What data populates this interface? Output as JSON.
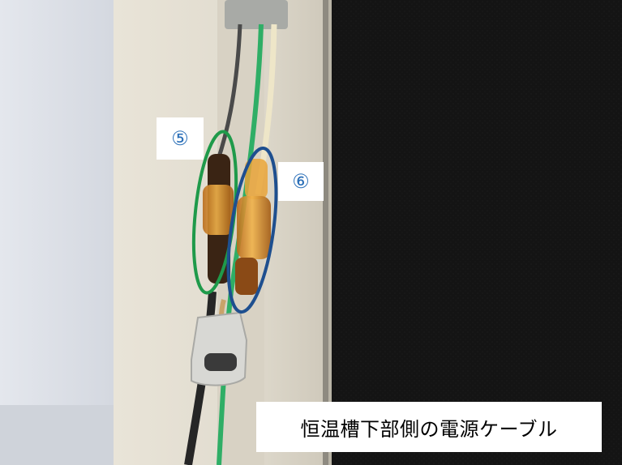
{
  "annotations": {
    "label_5": "⑤",
    "label_6": "⑥"
  },
  "caption": "恒温槽下部側の電源ケーブル",
  "colors": {
    "circle_5": "#1f9a4a",
    "circle_6": "#1e4f8f",
    "label_text": "#2a6fb8",
    "caption_bg": "#ffffff",
    "caption_text": "#000000"
  }
}
